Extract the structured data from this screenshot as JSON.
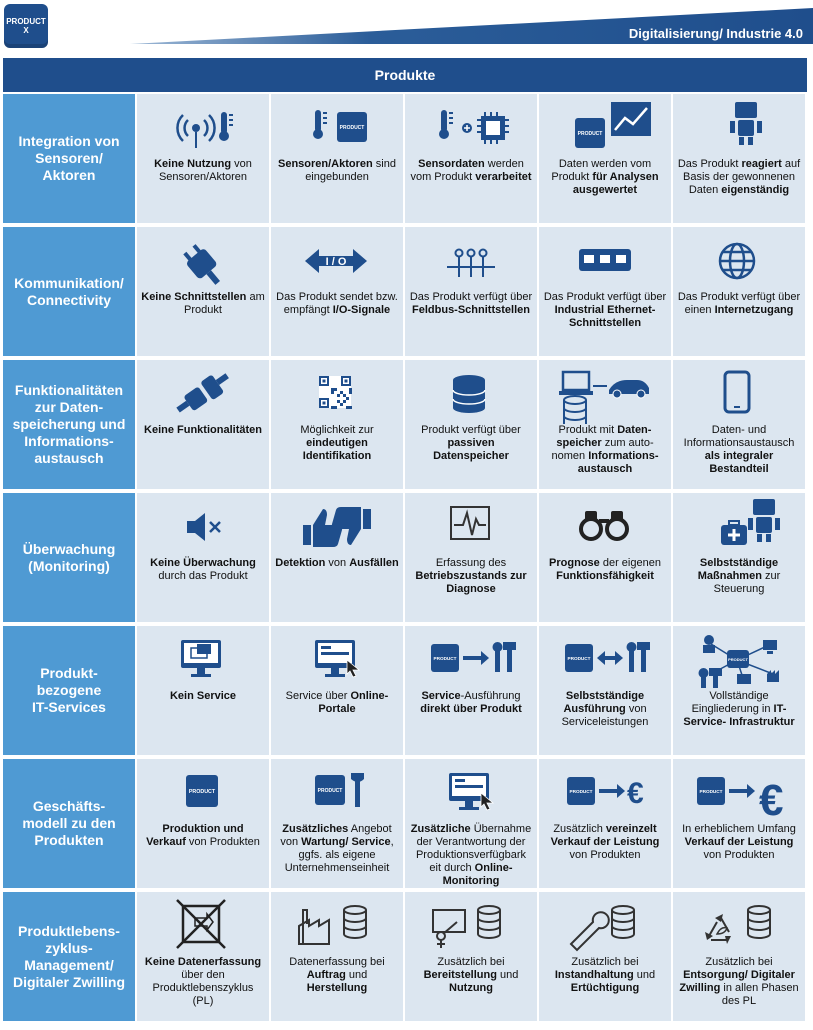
{
  "logo_text": "PRODUCT X",
  "banner_title": "Digitalisierung/ Industrie 4.0",
  "header": "Produkte",
  "colors": {
    "dark_blue": "#1f4e8c",
    "row_blue": "#4f9ad3",
    "cell_bg": "#dce6f0"
  },
  "rows": [
    {
      "label": "Integration von\nSensoren/\nAktoren",
      "cells": [
        {
          "icon": "sensor-wifi-thermometer-icon",
          "parts": [
            {
              "t": "Keine Nutzung",
              "b": true
            },
            {
              "t": " von Sensoren/Aktoren",
              "b": false
            }
          ]
        },
        {
          "icon": "thermometer-product-icon",
          "parts": [
            {
              "t": "Sensoren/Aktoren",
              "b": true
            },
            {
              "t": " sind eingebunden",
              "b": false
            }
          ]
        },
        {
          "icon": "thermometer-chip-icon",
          "parts": [
            {
              "t": "Sensordaten",
              "b": true
            },
            {
              "t": " werden vom Produkt ",
              "b": false
            },
            {
              "t": "verarbeitet",
              "b": true
            }
          ]
        },
        {
          "icon": "product-chart-icon",
          "parts": [
            {
              "t": "Daten werden vom Produkt ",
              "b": false
            },
            {
              "t": "für Analysen ausgewertet",
              "b": true
            }
          ]
        },
        {
          "icon": "robot-icon",
          "parts": [
            {
              "t": "Das Produkt ",
              "b": false
            },
            {
              "t": "reagiert",
              "b": true
            },
            {
              "t": " auf Basis der gewonnenen Daten ",
              "b": false
            },
            {
              "t": "eigenständig",
              "b": true
            }
          ]
        }
      ]
    },
    {
      "label": "Kommunikation/\nConnectivity",
      "cells": [
        {
          "icon": "plug-icon",
          "parts": [
            {
              "t": "Keine Schnittstellen",
              "b": true
            },
            {
              "t": " am Produkt",
              "b": false
            }
          ]
        },
        {
          "icon": "io-arrows-icon",
          "parts": [
            {
              "t": "Das Produkt sendet bzw. empfängt ",
              "b": false
            },
            {
              "t": "I/O-Signale",
              "b": true
            }
          ]
        },
        {
          "icon": "fieldbus-icon",
          "parts": [
            {
              "t": "Das Produkt verfügt über ",
              "b": false
            },
            {
              "t": "Feldbus-Schnittstellen",
              "b": true
            }
          ]
        },
        {
          "icon": "ethernet-switch-icon",
          "parts": [
            {
              "t": "Das Produkt verfügt über ",
              "b": false
            },
            {
              "t": "Industrial Ethernet-Schnittstellen",
              "b": true
            }
          ]
        },
        {
          "icon": "globe-icon",
          "parts": [
            {
              "t": "Das Produkt verfügt über einen ",
              "b": false
            },
            {
              "t": "Internetzugang",
              "b": true
            }
          ]
        }
      ]
    },
    {
      "label": "Funktionalitäten\nzur Daten-\nspeicherung und\nInformations-\naustausch",
      "cells": [
        {
          "icon": "broken-plug-icon",
          "parts": [
            {
              "t": "Keine Funktionalitäten",
              "b": true
            }
          ]
        },
        {
          "icon": "qr-code-icon",
          "parts": [
            {
              "t": "Möglichkeit zur ",
              "b": false
            },
            {
              "t": "eindeutigen Identifikation",
              "b": true
            }
          ]
        },
        {
          "icon": "database-icon",
          "parts": [
            {
              "t": "Produkt verfügt über ",
              "b": false
            },
            {
              "t": "passiven Datenspeicher",
              "b": true
            }
          ]
        },
        {
          "icon": "laptop-car-icon",
          "parts": [
            {
              "t": "Produkt mit ",
              "b": false
            },
            {
              "t": "Daten-speicher",
              "b": true
            },
            {
              "t": " zum auto-nomen ",
              "b": false
            },
            {
              "t": "Informations-austausch",
              "b": true
            }
          ]
        },
        {
          "icon": "tablet-icon",
          "parts": [
            {
              "t": "Daten- und Informationsaustausch ",
              "b": false
            },
            {
              "t": "als integraler Bestandteil",
              "b": true
            }
          ]
        }
      ]
    },
    {
      "label": "Überwachung\n(Monitoring)",
      "cells": [
        {
          "icon": "mute-speaker-icon",
          "parts": [
            {
              "t": "Keine Überwachung",
              "b": true
            },
            {
              "t": " durch das Produkt",
              "b": false
            }
          ]
        },
        {
          "icon": "thumbs-up-down-icon",
          "parts": [
            {
              "t": "Detektion",
              "b": true
            },
            {
              "t": " von ",
              "b": false
            },
            {
              "t": "Ausfällen",
              "b": true
            }
          ]
        },
        {
          "icon": "monitor-wave-icon",
          "parts": [
            {
              "t": "Erfassung des ",
              "b": false
            },
            {
              "t": "Betriebszustands zur Diagnose",
              "b": true
            }
          ]
        },
        {
          "icon": "binoculars-icon",
          "parts": [
            {
              "t": "Prognose",
              "b": true
            },
            {
              "t": " der eigenen ",
              "b": false
            },
            {
              "t": "Funktionsfähigkeit",
              "b": true
            }
          ]
        },
        {
          "icon": "robot-firstaid-icon",
          "parts": [
            {
              "t": "Selbstständige Maßnahmen",
              "b": true
            },
            {
              "t": " zur Steuerung",
              "b": false
            }
          ]
        }
      ]
    },
    {
      "label": "Produkt-\nbezogene\nIT-Services",
      "cells": [
        {
          "icon": "monitor-icon",
          "parts": [
            {
              "t": "Kein Service",
              "b": true
            }
          ]
        },
        {
          "icon": "monitor-cursor-icon",
          "parts": [
            {
              "t": "Service über ",
              "b": false
            },
            {
              "t": "Online-Portale",
              "b": true
            }
          ]
        },
        {
          "icon": "product-arrow-tools-icon",
          "parts": [
            {
              "t": "Service",
              "b": true
            },
            {
              "t": "-Ausführung ",
              "b": false
            },
            {
              "t": "direkt über Produkt",
              "b": true
            }
          ]
        },
        {
          "icon": "product-doublearrow-tools-icon",
          "parts": [
            {
              "t": "Selbstständige Ausführung",
              "b": true
            },
            {
              "t": " von Serviceleistungen",
              "b": false
            }
          ]
        },
        {
          "icon": "network-icon",
          "parts": [
            {
              "t": "Vollständige Eingliederung in ",
              "b": false
            },
            {
              "t": "IT-Service- Infrastruktur",
              "b": true
            }
          ]
        }
      ]
    },
    {
      "label": "Geschäfts-\nmodell zu den\nProdukten",
      "cells": [
        {
          "icon": "product-box-icon",
          "parts": [
            {
              "t": "Produktion und Verkauf",
              "b": true
            },
            {
              "t": " von Produkten",
              "b": false
            }
          ]
        },
        {
          "icon": "product-wrench-icon",
          "parts": [
            {
              "t": "Zusätzliches",
              "b": true
            },
            {
              "t": " Angebot von ",
              "b": false
            },
            {
              "t": "Wartung/ Service",
              "b": true
            },
            {
              "t": ", ggfs. als eigene Unternehmenseinheit",
              "b": false
            }
          ]
        },
        {
          "icon": "monitor-cursor-icon",
          "parts": [
            {
              "t": "Zusätzliche",
              "b": true
            },
            {
              "t": " Übernahme der Verantwortung der Produktionsverfügbark eit durch ",
              "b": false
            },
            {
              "t": "Online-Monitoring",
              "b": true
            }
          ]
        },
        {
          "icon": "product-euro-icon",
          "parts": [
            {
              "t": "Zusätzlich ",
              "b": false
            },
            {
              "t": "vereinzelt Verkauf der Leistung",
              "b": true
            },
            {
              "t": " von Produkten",
              "b": false
            }
          ]
        },
        {
          "icon": "product-euro-big-icon",
          "parts": [
            {
              "t": "In erheblichem Umfang ",
              "b": false
            },
            {
              "t": "Verkauf der Leistung",
              "b": true
            },
            {
              "t": " von Produkten",
              "b": false
            }
          ]
        }
      ]
    },
    {
      "label": "Produktlebens-\nzyklus-\nManagement/\nDigitaler Zwilling",
      "cells": [
        {
          "icon": "crossed-box-icon",
          "parts": [
            {
              "t": "Keine Datenerfassung",
              "b": true
            },
            {
              "t": " über den Produktlebenszyklus (PL)",
              "b": false
            }
          ]
        },
        {
          "icon": "factory-database-icon",
          "parts": [
            {
              "t": "Datenerfassung bei ",
              "b": false
            },
            {
              "t": "Auftrag",
              "b": true
            },
            {
              "t": " und ",
              "b": false
            },
            {
              "t": "Herstellung",
              "b": true
            }
          ]
        },
        {
          "icon": "presentation-database-icon",
          "parts": [
            {
              "t": "Zusätzlich bei ",
              "b": false
            },
            {
              "t": "Bereitstellung",
              "b": true
            },
            {
              "t": " und ",
              "b": false
            },
            {
              "t": "Nutzung",
              "b": true
            }
          ]
        },
        {
          "icon": "wrench-database-icon",
          "parts": [
            {
              "t": "Zusätzlich bei ",
              "b": false
            },
            {
              "t": "Instandhaltung",
              "b": true
            },
            {
              "t": " und ",
              "b": false
            },
            {
              "t": "Ertüchtigung",
              "b": true
            }
          ]
        },
        {
          "icon": "recycle-database-icon",
          "parts": [
            {
              "t": "Zusätzlich bei ",
              "b": false
            },
            {
              "t": "Entsorgung/ Digitaler Zwilling",
              "b": true
            },
            {
              "t": " in allen ",
              "b": false
            },
            {
              "t": "Phasen des PL",
              "b": false
            }
          ]
        }
      ]
    }
  ]
}
